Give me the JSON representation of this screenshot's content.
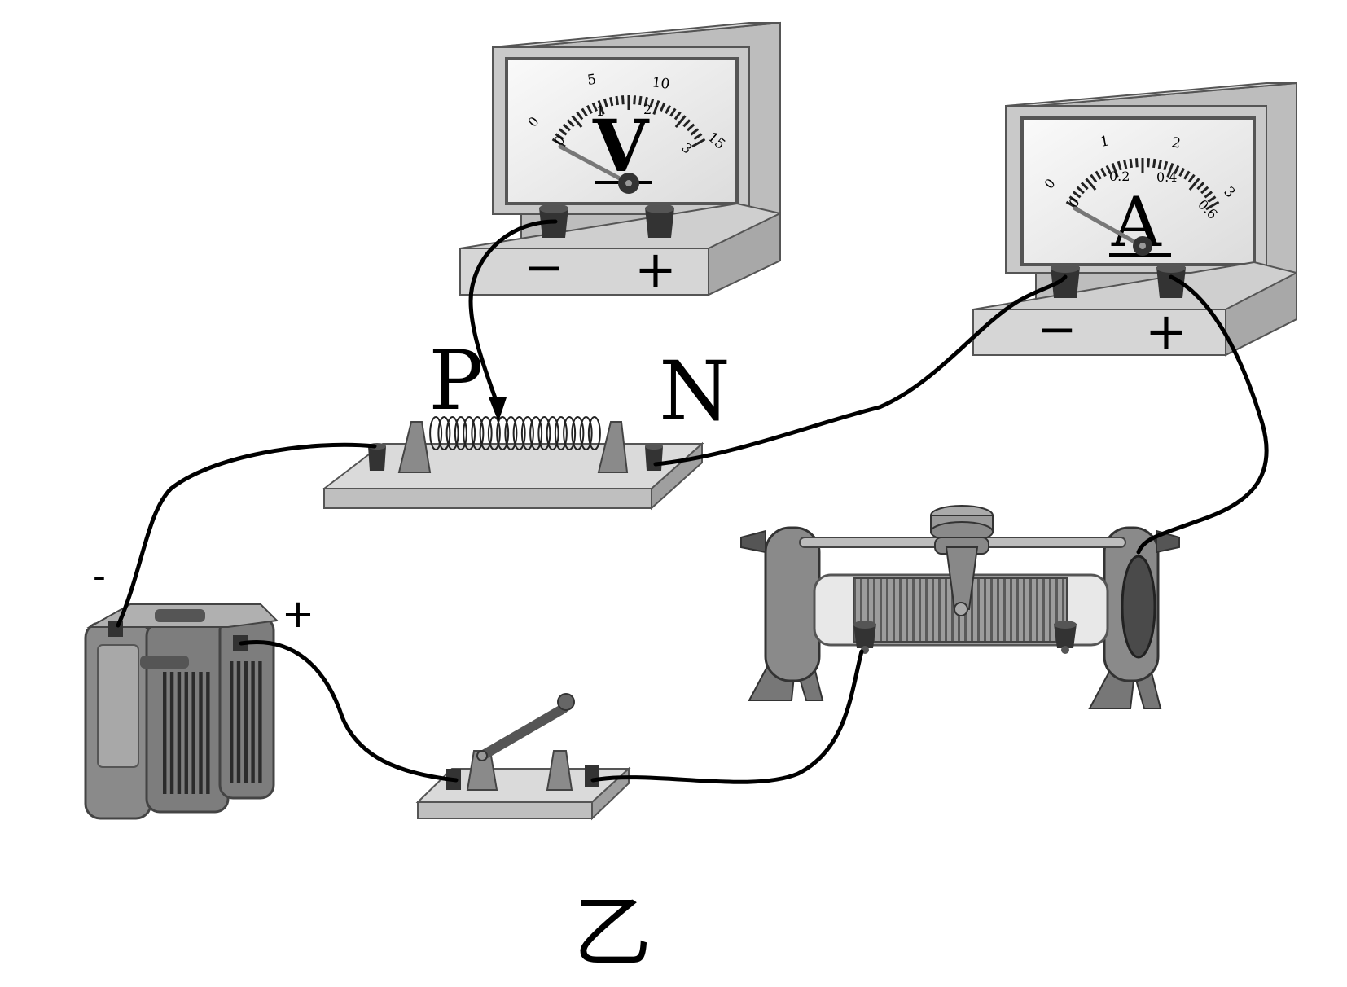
{
  "voltmeter": {
    "symbol": "V",
    "scale_top": [
      "5",
      "10",
      "15"
    ],
    "scale_inner": [
      "1",
      "2",
      "3"
    ],
    "zero_outer": "0",
    "zero_inner": "0",
    "neg_label": "−",
    "pos_label": "+"
  },
  "ammeter": {
    "symbol": "A",
    "scale_top": [
      "1",
      "2",
      "3"
    ],
    "scale_inner": [
      "0.2",
      "0.4",
      "0.6"
    ],
    "zero_outer": "0",
    "zero_inner": "0",
    "neg_label": "−",
    "pos_label": "+"
  },
  "resistor_labels": {
    "left": "P",
    "right": "N"
  },
  "battery_labels": {
    "negative": "-",
    "positive": "+"
  },
  "caption": "乙",
  "colors": {
    "wire": "#000000",
    "body": "#c8c8c8",
    "dark": "#555555",
    "face": "#f2f2f2"
  }
}
